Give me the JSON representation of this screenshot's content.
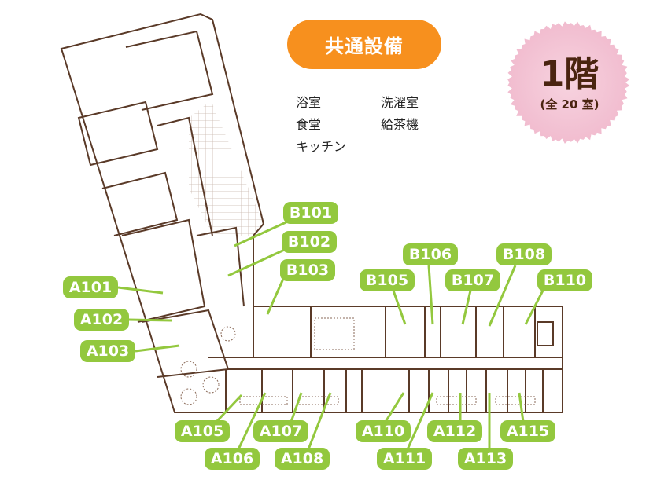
{
  "facilities": {
    "title": "共通設備",
    "items": [
      "浴室",
      "洗濯室",
      "食堂",
      "給茶機",
      "キッチン"
    ]
  },
  "floor_badge": {
    "floor": "1階",
    "room_count": "(全 20 室)"
  },
  "colors": {
    "orange": "#f7901e",
    "green": "#93c83e",
    "pink": "#f4c4d4",
    "wall": "#5a3a28",
    "text_brown": "#4a2410"
  },
  "rooms": {
    "B101": "B101",
    "B102": "B102",
    "B103": "B103",
    "B105": "B105",
    "B106": "B106",
    "B107": "B107",
    "B108": "B108",
    "B110": "B110",
    "A101": "A101",
    "A102": "A102",
    "A103": "A103",
    "A105": "A105",
    "A106": "A106",
    "A107": "A107",
    "A108": "A108",
    "A110": "A110",
    "A111": "A111",
    "A112": "A112",
    "A113": "A113",
    "A115": "A115"
  }
}
